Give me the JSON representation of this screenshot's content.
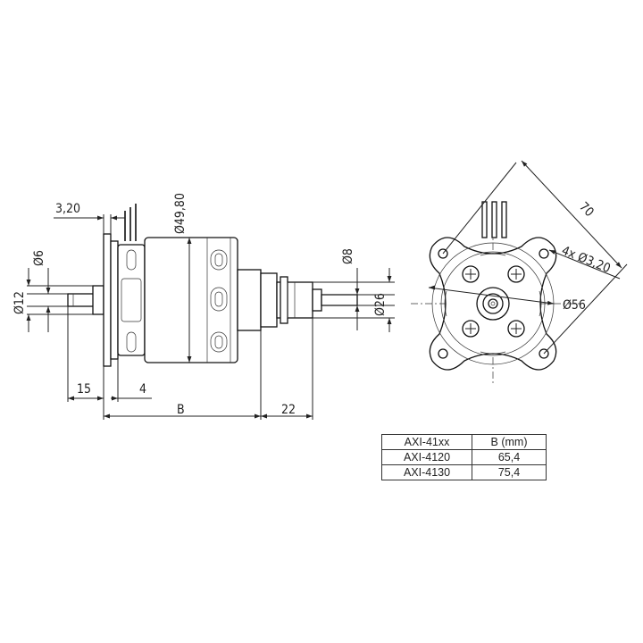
{
  "dimensions": {
    "flange_thickness": "3,20",
    "shaft_small": "Ø6",
    "shaft_collar": "Ø12",
    "motor_diameter": "Ø49,80",
    "prop_shaft": "Ø8",
    "prop_adapter": "Ø26",
    "rear_shaft_length": "15",
    "flange_offset": "4",
    "body_length": "B",
    "front_length": "22",
    "mount_span": "70",
    "mount_holes": "4x Ø3,20",
    "mount_circle": "Ø56"
  },
  "table": {
    "header": [
      "AXI-41xx",
      "B (mm)"
    ],
    "rows": [
      [
        "AXI-4120",
        "65,4"
      ],
      [
        "AXI-4130",
        "75,4"
      ]
    ]
  }
}
